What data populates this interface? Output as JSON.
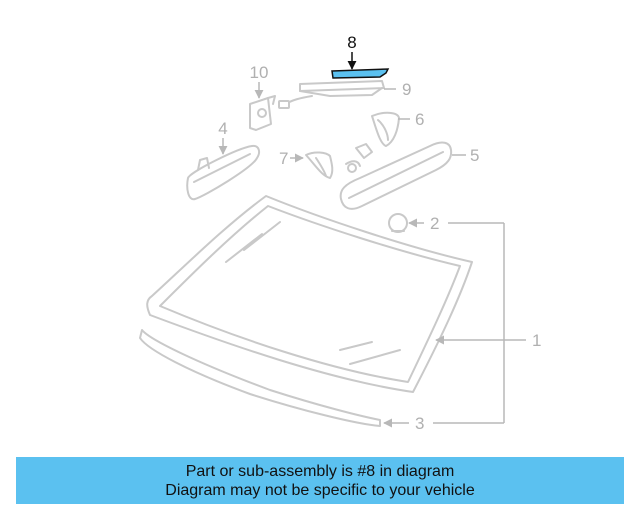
{
  "diagram": {
    "callouts": {
      "c1": "1",
      "c2": "2",
      "c3": "3",
      "c4": "4",
      "c5": "5",
      "c6": "6",
      "c7": "7",
      "c8": "8",
      "c9": "9",
      "c10": "10"
    },
    "highlighted_part": "8",
    "highlight_color": "#5bc1f0",
    "line_color": "#c9c9c9"
  },
  "banner": {
    "line1": "Part or sub-assembly is #8 in diagram",
    "line2": "Diagram may not be specific to your vehicle",
    "background": "#5bc1f0"
  }
}
